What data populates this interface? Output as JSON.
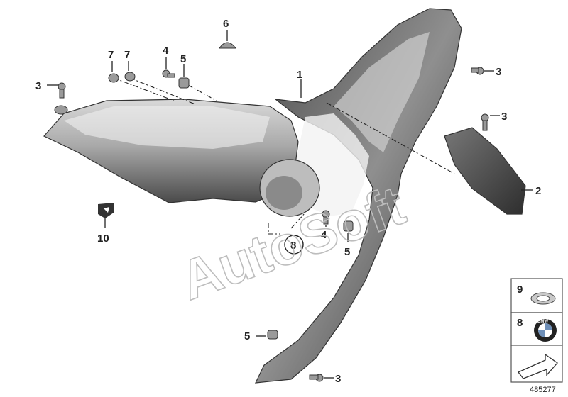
{
  "callouts": {
    "c1": "1",
    "c2": "2",
    "c3a": "3",
    "c3b": "3",
    "c3c": "3",
    "c3d": "3",
    "c4a": "4",
    "c4b": "4",
    "c5a": "5",
    "c5b": "5",
    "c5c": "5",
    "c6": "6",
    "c7a": "7",
    "c7b": "7",
    "c8": "8",
    "c10": "10"
  },
  "legend": {
    "item9": "9",
    "item8": "8"
  },
  "logo_text": "BMW",
  "watermark": "AutoSoft",
  "doc_number": "485277",
  "colors": {
    "part_dark": "#3a3a3a",
    "part_mid": "#8a8a8a",
    "part_light": "#d6d6d6",
    "line": "#222222"
  }
}
